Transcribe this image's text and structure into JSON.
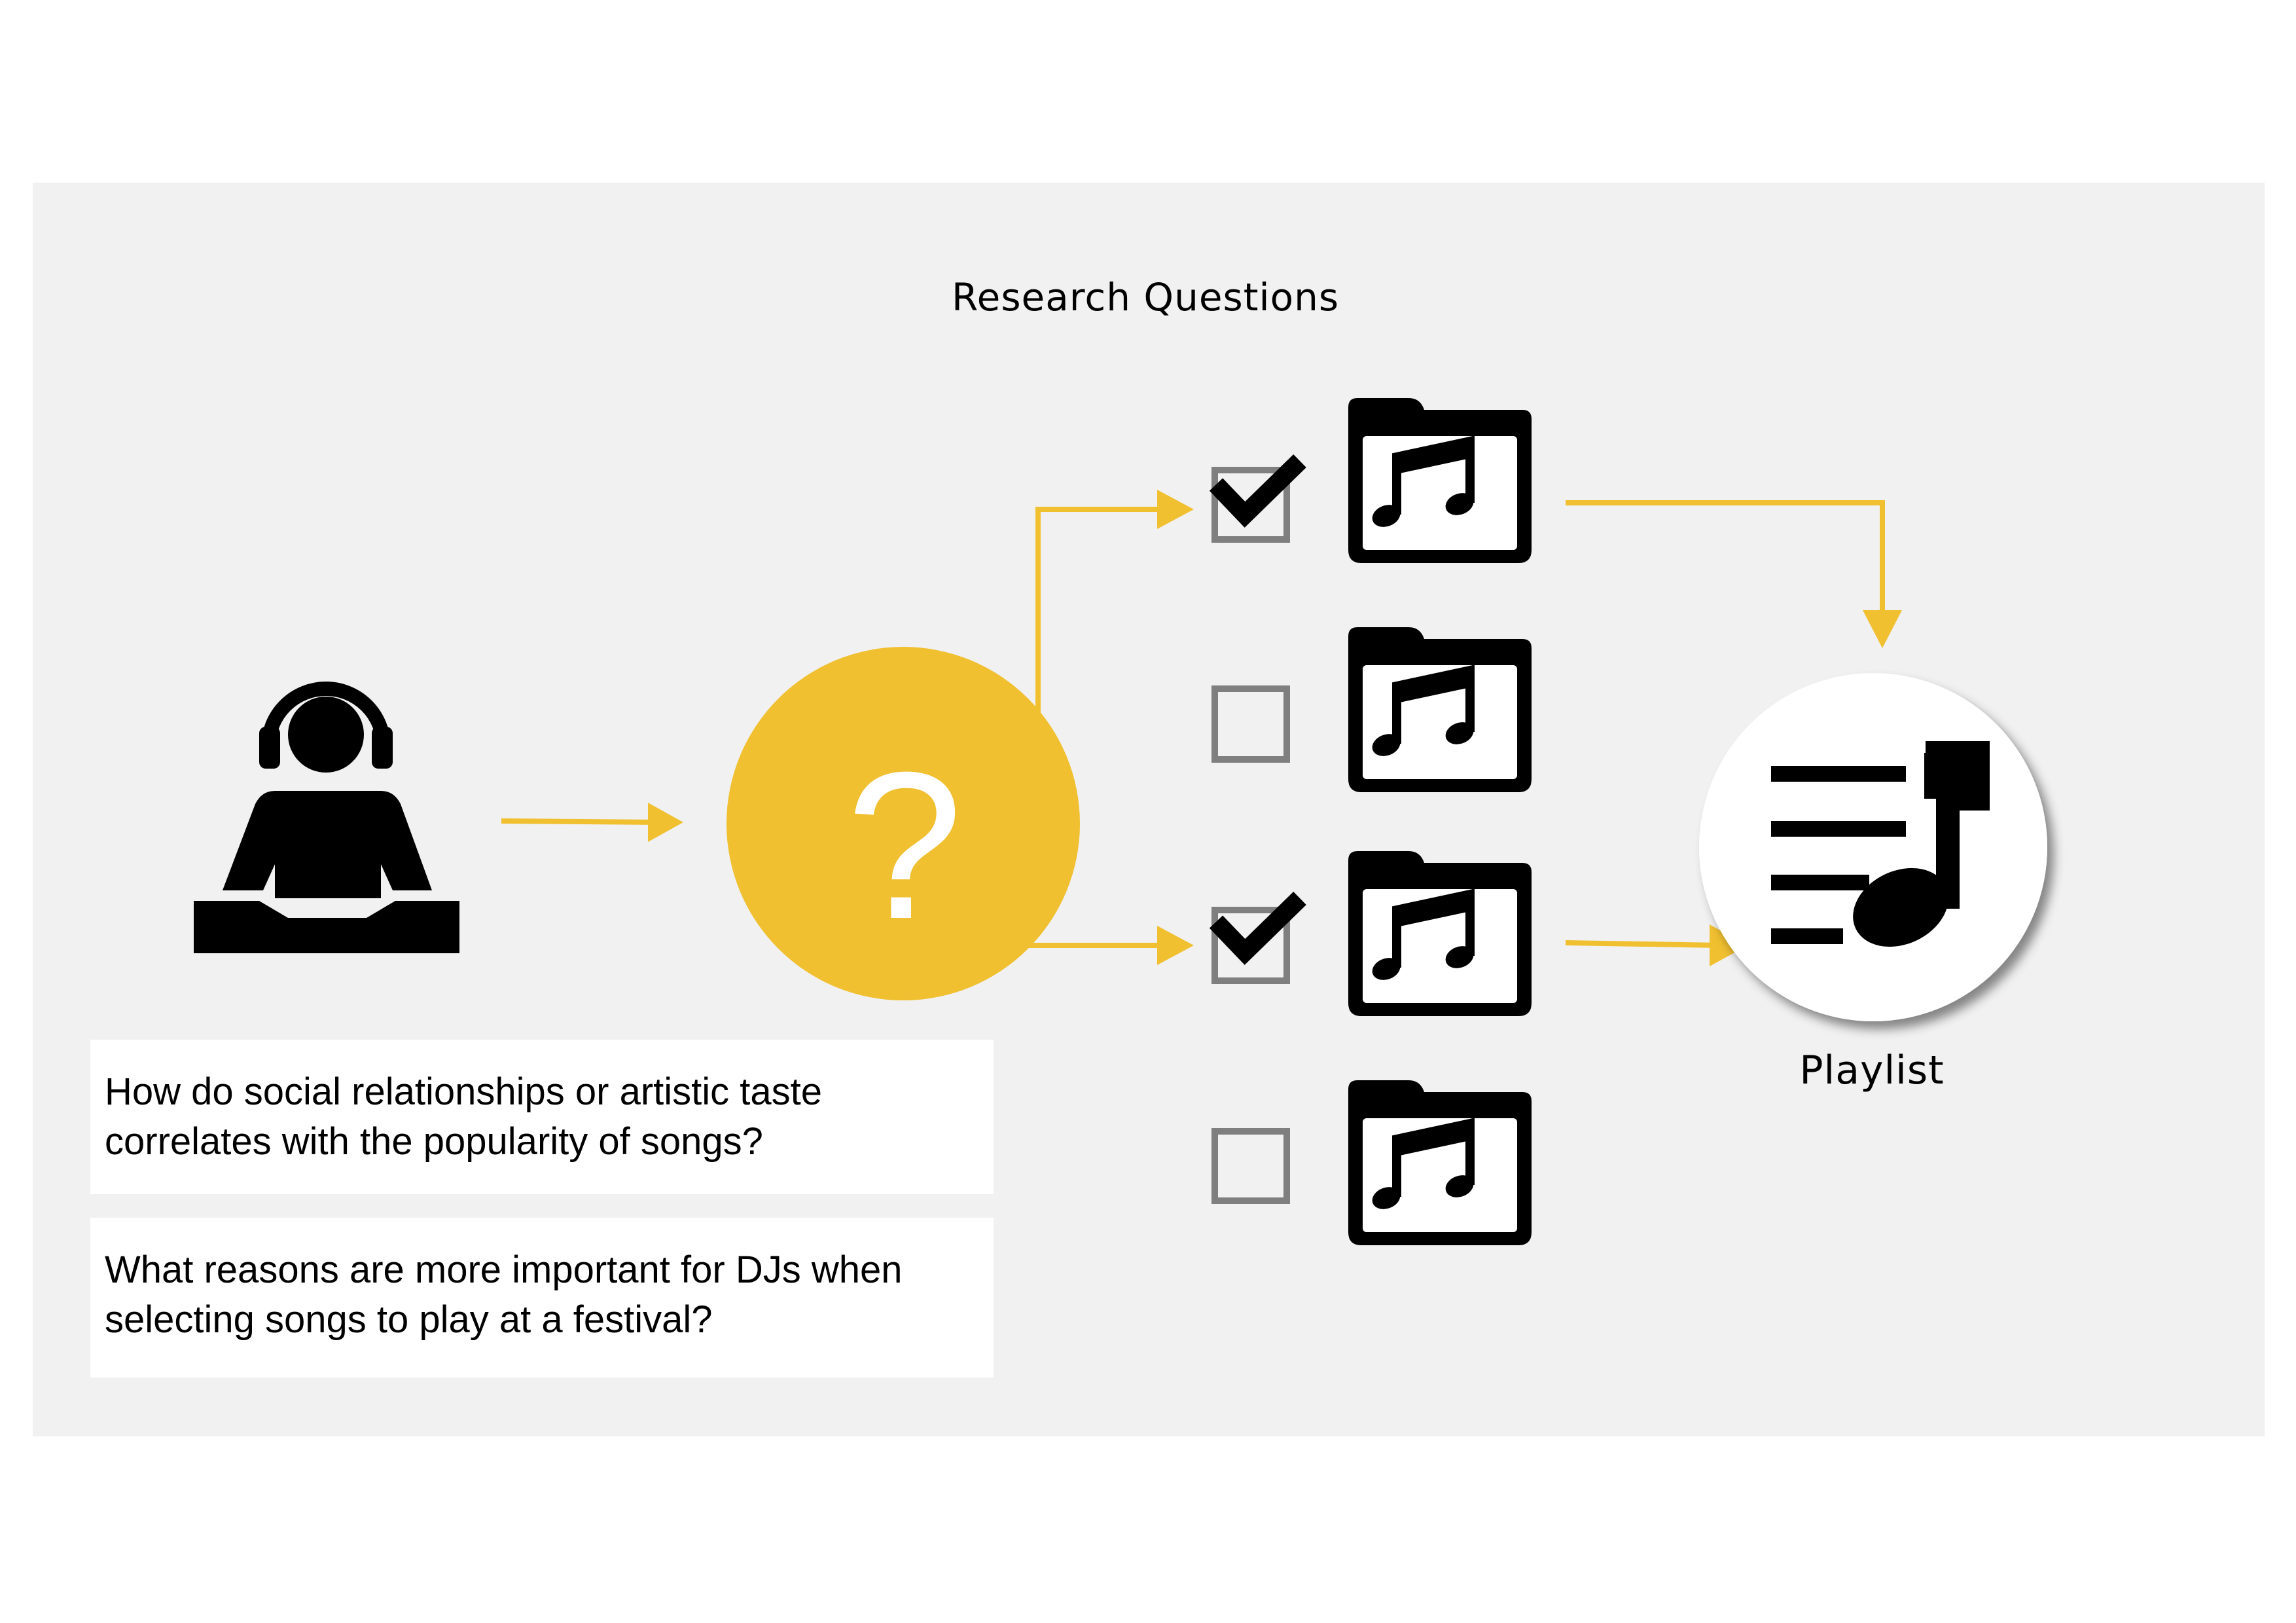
{
  "title": "Research Questions",
  "playlist_label": "Playlist",
  "questions": [
    "How do social relationships  or artistic taste correlates  with the popularity  of songs?",
    "What  reasons  are  more  important  for DJs when selecting songs to play at a festival?"
  ],
  "question_mark": "?",
  "song_folders": [
    {
      "selected": true
    },
    {
      "selected": false
    },
    {
      "selected": true
    },
    {
      "selected": false
    }
  ],
  "colors": {
    "accent": "#f0c030",
    "panel": "#f1f1f1",
    "icon": "#000000",
    "checkbox_border": "#7f7f7f"
  },
  "icons": [
    "dj-headphones-icon",
    "question-circle-icon",
    "checkbox-icon",
    "checkmark-icon",
    "music-folder-icon",
    "playlist-icon"
  ]
}
